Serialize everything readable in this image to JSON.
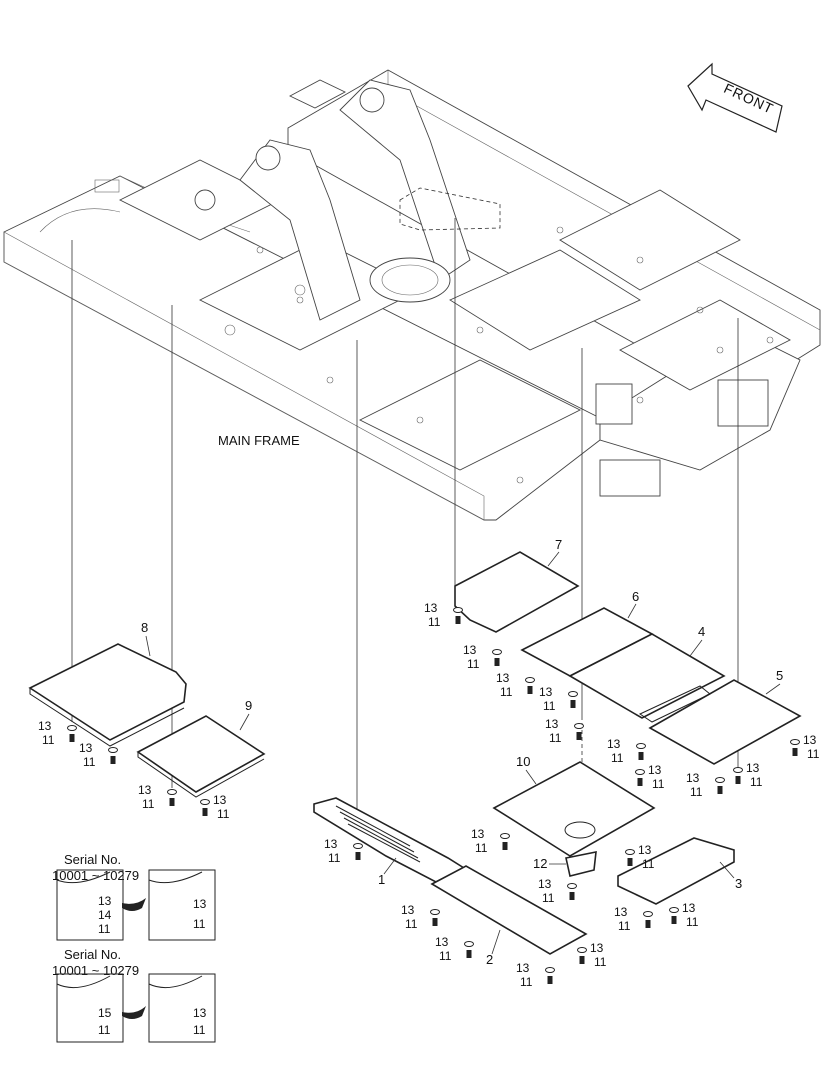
{
  "main_frame_label": "MAIN FRAME",
  "front_label": "FRONT",
  "inset_top": {
    "title1": "Serial No.",
    "title2": "10001 ~ 10279"
  },
  "inset_bottom": {
    "title1": "Serial No.",
    "title2": "10001 ~ 10279"
  },
  "labels": {
    "n1": "1",
    "n2": "2",
    "n3": "3",
    "n4": "4",
    "n5": "5",
    "n6": "6",
    "n7": "7",
    "n8": "8",
    "n9": "9",
    "n10": "10",
    "n11": "11",
    "n12": "12",
    "n13": "13",
    "n14": "14",
    "n15": "15"
  }
}
